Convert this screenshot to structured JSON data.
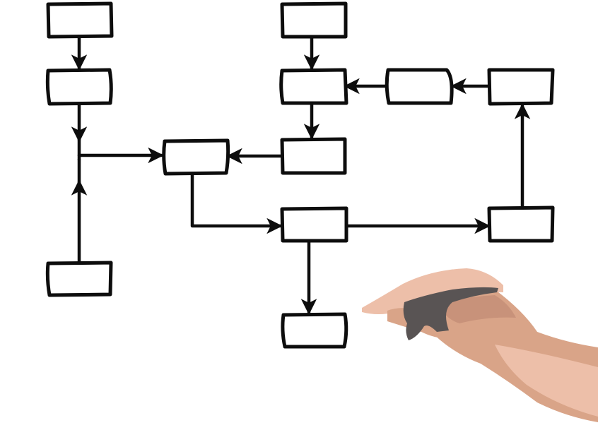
{
  "diagram": {
    "type": "flowchart",
    "style": "hand-drawn",
    "node_count": 12,
    "edge_count": 12,
    "nodes": [
      {
        "id": "n1",
        "label": ""
      },
      {
        "id": "n2",
        "label": ""
      },
      {
        "id": "n3",
        "label": ""
      },
      {
        "id": "n4",
        "label": ""
      },
      {
        "id": "n5",
        "label": ""
      },
      {
        "id": "n6",
        "label": ""
      },
      {
        "id": "n7",
        "label": ""
      },
      {
        "id": "n8",
        "label": ""
      },
      {
        "id": "n9",
        "label": ""
      },
      {
        "id": "n10",
        "label": ""
      },
      {
        "id": "n11",
        "label": ""
      },
      {
        "id": "n12",
        "label": ""
      }
    ],
    "edges": [
      {
        "from": "n1",
        "to": "n2"
      },
      {
        "from": "n2",
        "to": "junction"
      },
      {
        "from": "n3",
        "to": "junction"
      },
      {
        "from": "junction",
        "to": "n4"
      },
      {
        "from": "n5",
        "to": "n6"
      },
      {
        "from": "n6",
        "to": "n9"
      },
      {
        "from": "n7",
        "to": "n6"
      },
      {
        "from": "n8",
        "to": "n7"
      },
      {
        "from": "n9",
        "to": "n4"
      },
      {
        "from": "n4",
        "to": "n10"
      },
      {
        "from": "n10",
        "to": "n11"
      },
      {
        "from": "n10",
        "to": "n12"
      },
      {
        "from": "n11",
        "to": "n8"
      }
    ]
  },
  "illustration": {
    "hand": "hand-holding-marker",
    "colors": {
      "line": "#0d0d0d",
      "box_fill": "#ffffff",
      "skin": "#d9a488",
      "skin_light": "#edbfa9",
      "skin_shadow": "#c8927a",
      "marker": "#595454"
    }
  }
}
